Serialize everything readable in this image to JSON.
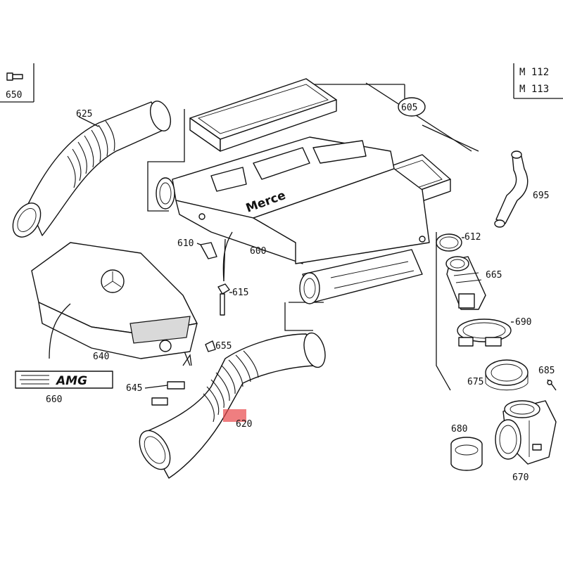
{
  "engine_codes": [
    "M 112",
    "M 113"
  ],
  "parts": {
    "p650": "650",
    "p625": "625",
    "p605": "605",
    "p695": "695",
    "p612": "612",
    "p610": "610",
    "p600": "600",
    "p615": "615",
    "p665": "665",
    "p690": "690",
    "p640": "640",
    "p655": "655",
    "p685": "685",
    "p675": "675",
    "p660": "660",
    "p645": "645",
    "p620": "620",
    "p680": "680",
    "p670": "670"
  },
  "labels": {
    "housing_text": "Merce",
    "badge_text": "AMG"
  },
  "colors": {
    "highlight": "#e8474a",
    "ink": "#111111"
  }
}
